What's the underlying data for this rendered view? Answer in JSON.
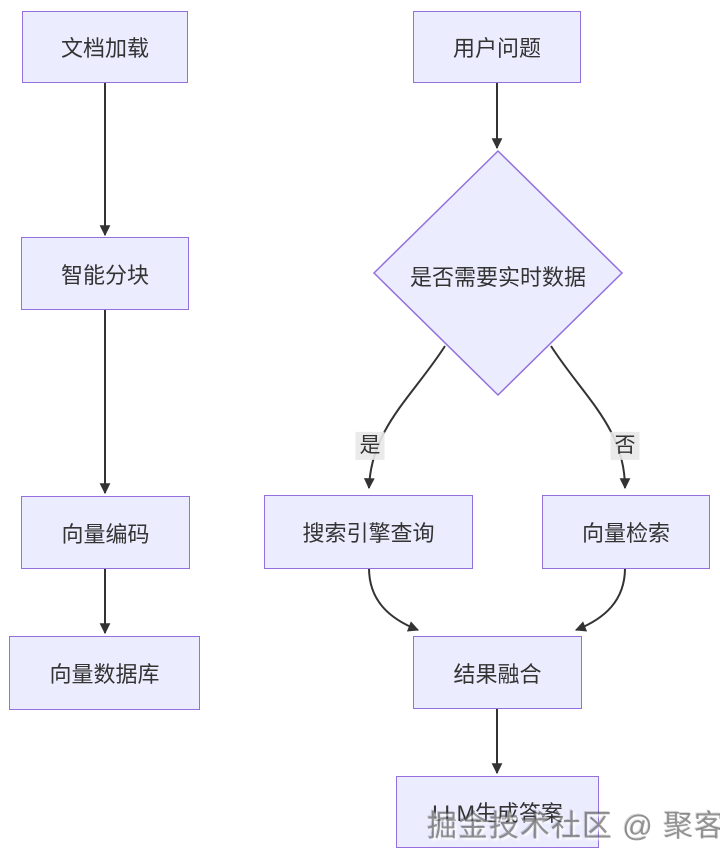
{
  "diagram": {
    "type": "flowchart",
    "nodes": {
      "doc_load": {
        "label": "文档加载",
        "shape": "rect"
      },
      "smart_chunk": {
        "label": "智能分块",
        "shape": "rect"
      },
      "vector_encode": {
        "label": "向量编码",
        "shape": "rect"
      },
      "vector_db": {
        "label": "向量数据库",
        "shape": "rect"
      },
      "user_question": {
        "label": "用户问题",
        "shape": "rect"
      },
      "decision": {
        "label": "是否需要实时数据",
        "shape": "diamond"
      },
      "search_query": {
        "label": "搜索引擎查询",
        "shape": "rect"
      },
      "vector_retrieve": {
        "label": "向量检索",
        "shape": "rect"
      },
      "result_fusion": {
        "label": "结果融合",
        "shape": "rect"
      },
      "llm_answer": {
        "label": "LLM生成答案",
        "shape": "rect"
      }
    },
    "edges": [
      {
        "from": "doc_load",
        "to": "smart_chunk",
        "label": ""
      },
      {
        "from": "smart_chunk",
        "to": "vector_encode",
        "label": ""
      },
      {
        "from": "vector_encode",
        "to": "vector_db",
        "label": ""
      },
      {
        "from": "user_question",
        "to": "decision",
        "label": ""
      },
      {
        "from": "decision",
        "to": "search_query",
        "label": "是"
      },
      {
        "from": "decision",
        "to": "vector_retrieve",
        "label": "否"
      },
      {
        "from": "search_query",
        "to": "result_fusion",
        "label": ""
      },
      {
        "from": "vector_retrieve",
        "to": "result_fusion",
        "label": ""
      },
      {
        "from": "result_fusion",
        "to": "llm_answer",
        "label": ""
      }
    ],
    "edge_labels": {
      "yes": "是",
      "no": "否"
    },
    "colors": {
      "node_fill": "#ECECFF",
      "node_border": "#9370DB",
      "edge": "#333333",
      "text": "#333333",
      "edge_label_bg": "#e8e8e8",
      "background": "#ffffff"
    }
  },
  "watermark": {
    "text": "掘金技术社区 @ 聚客AI"
  }
}
